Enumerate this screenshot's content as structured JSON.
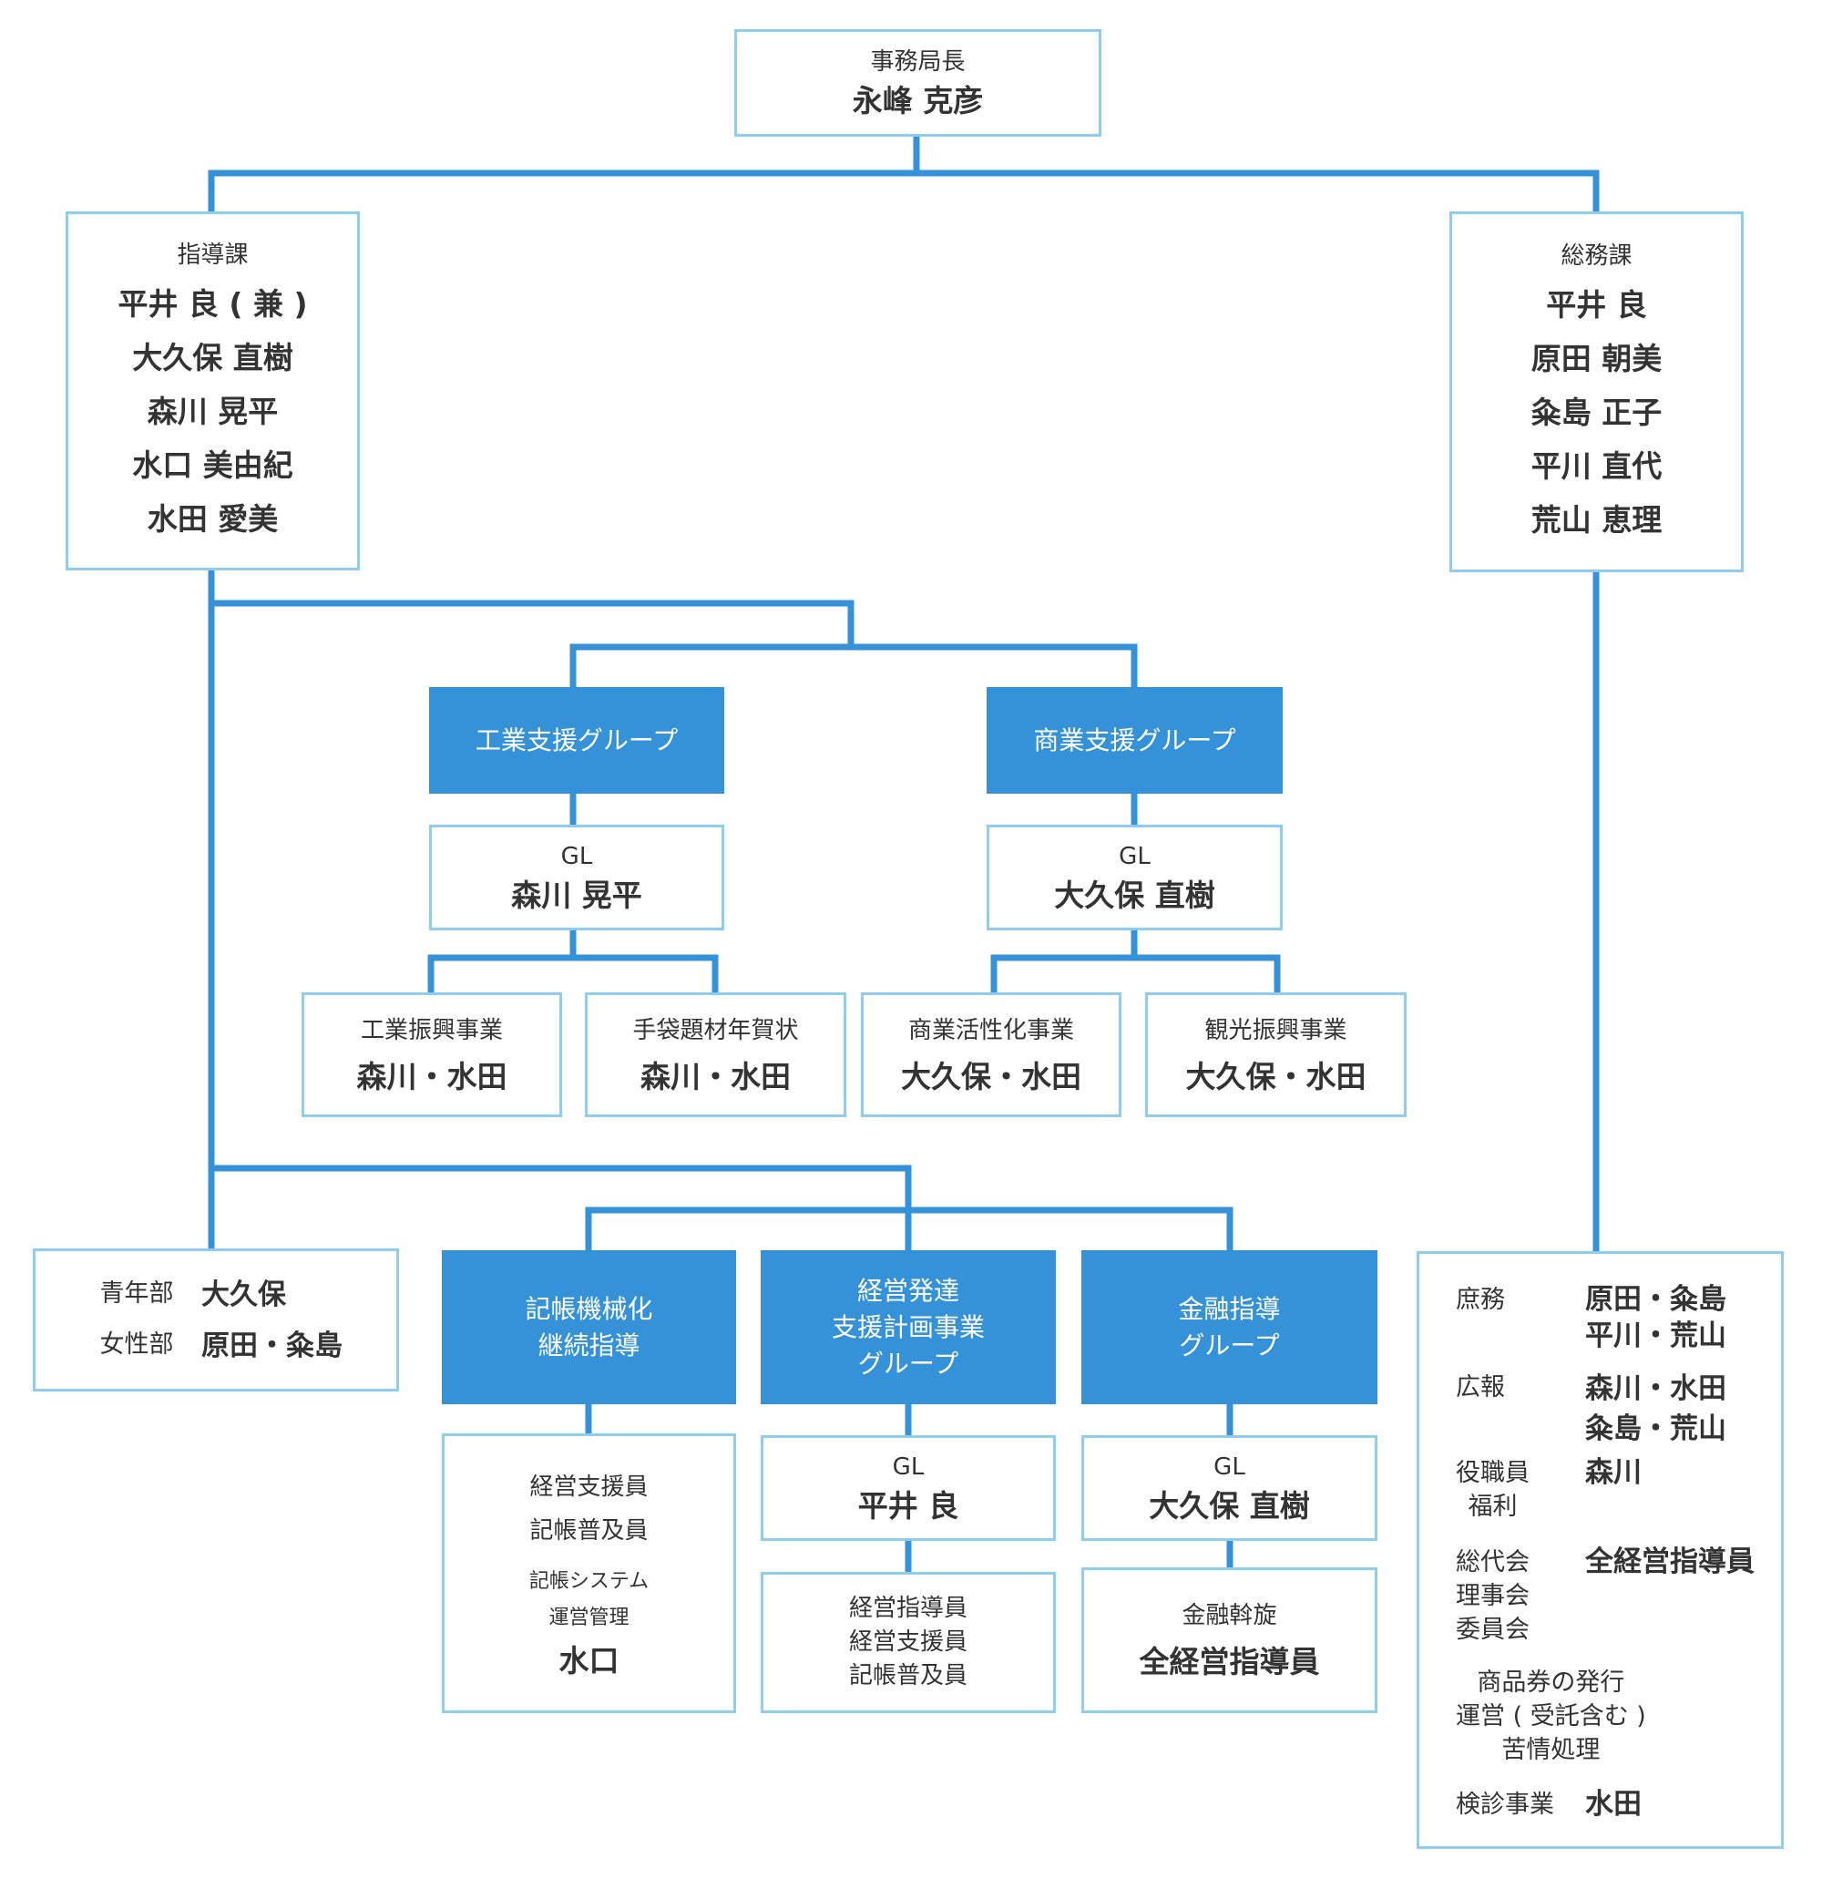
{
  "colors": {
    "line": "#3592d9",
    "border": "#8ecdf0",
    "group_fill": "#3592d9",
    "group_text": "#ffffff"
  },
  "director": {
    "title": "事務局長",
    "name": "永峰 克彦"
  },
  "shidou": {
    "title": "指導課",
    "members": [
      "平井 良 ( 兼 )",
      "大久保 直樹",
      "森川 晃平",
      "水口 美由紀",
      "水田 愛美"
    ]
  },
  "soumu": {
    "title": "総務課",
    "members": [
      "平井 良",
      "原田 朝美",
      "粂島 正子",
      "平川 直代",
      "荒山 恵理"
    ]
  },
  "kougyou": {
    "group": "工業支援グループ",
    "gl_label": "GL",
    "gl_name": "森川 晃平",
    "tasks": [
      {
        "title": "工業振興事業",
        "names": "森川・水田"
      },
      {
        "title": "手袋題材年賀状",
        "names": "森川・水田"
      }
    ]
  },
  "shougyou": {
    "group": "商業支援グループ",
    "gl_label": "GL",
    "gl_name": "大久保 直樹",
    "tasks": [
      {
        "title": "商業活性化事業",
        "names": "大久保・水田"
      },
      {
        "title": "観光振興事業",
        "names": "大久保・水田"
      }
    ]
  },
  "youth": [
    {
      "label": "青年部",
      "name": "大久保"
    },
    {
      "label": "女性部",
      "name": "原田・粂島"
    }
  ],
  "kichou": {
    "group_line1": "記帳機械化",
    "group_line2": "継続指導",
    "role1": "経営支援員",
    "role2": "記帳普及員",
    "sys1": "記帳システム",
    "sys2": "運営管理",
    "name": "水口"
  },
  "keiei": {
    "group_line1": "経営発達",
    "group_line2": "支援計画事業",
    "group_line3": "グループ",
    "gl_label": "GL",
    "gl_name": "平井 良",
    "roles": [
      "経営指導員",
      "経営支援員",
      "記帳普及員"
    ]
  },
  "kinyu": {
    "group_line1": "金融指導",
    "group_line2": "グループ",
    "gl_label": "GL",
    "gl_name": "大久保 直樹",
    "task_title": "金融斡旋",
    "task_names": "全経営指導員"
  },
  "soumu_duties": [
    {
      "labels": [
        "庶務"
      ],
      "names": [
        "原田・粂島",
        "平川・荒山"
      ]
    },
    {
      "labels": [
        "広報"
      ],
      "names": [
        "森川・水田",
        "粂島・荒山"
      ]
    },
    {
      "labels": [
        "役職員",
        "福利"
      ],
      "names": [
        "森川"
      ]
    },
    {
      "labels": [
        "総代会",
        "理事会",
        "委員会"
      ],
      "names": [
        "全経営指導員"
      ]
    },
    {
      "labels": [
        "商品券の発行",
        "運営 ( 受託含む )",
        "苦情処理"
      ],
      "names": []
    },
    {
      "labels": [
        "検診事業"
      ],
      "names": [
        "水田"
      ]
    }
  ]
}
